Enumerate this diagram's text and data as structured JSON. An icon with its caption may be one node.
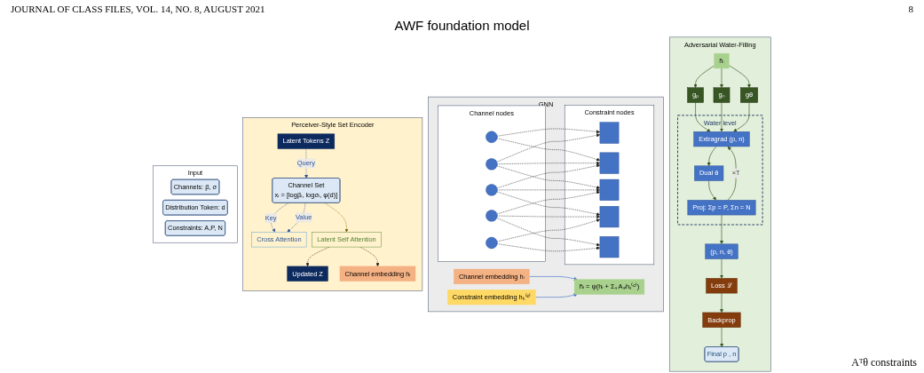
{
  "diagram": {
    "title": "AWF foundation model",
    "nodes": [
      {
        "text": [
          "Input"
        ]
      },
      {
        "text": [
          "Channels: β, σ"
        ],
        "in": 0
      },
      {
        "text": [
          "Distribution Token: d"
        ],
        "in": 0
      },
      {
        "text": [
          "Constraints: A,P, N"
        ],
        "in": 0
      },
      {
        "text": [
          "Perceiver-Style Set Encoder"
        ]
      },
      {
        "text": [
          "Channel Set",
          "xᵢ = [logβᵢ, logσᵢ, φ(d)]"
        ],
        "in": 4
      },
      {
        "text": [
          "Latent Tokens Z"
        ],
        "in": 4
      },
      {
        "text": [
          "Cross Attention"
        ],
        "in": 4
      },
      {
        "text": [
          "Latent Self Attention"
        ],
        "in": 4
      },
      {
        "text": [
          "Updated Z"
        ],
        "in": 4
      },
      {
        "text": [
          "Channel embedding hᵢ"
        ],
        "in": 4
      },
      {
        "text": [
          "GNN"
        ]
      },
      {
        "text": [
          "Channel nodes"
        ],
        "in": 11
      },
      {
        "text": [],
        "shape": "circle",
        "in": 12
      },
      {
        "text": [],
        "shape": "circle",
        "in": 12
      },
      {
        "text": [],
        "shape": "circle",
        "in": 12
      },
      {
        "text": [],
        "shape": "circle",
        "in": 12
      },
      {
        "text": [],
        "shape": "circle",
        "in": 12
      },
      {
        "text": [
          "Constraint nodes"
        ],
        "in": 11
      },
      {
        "text": [],
        "shape": "box",
        "in": 18
      },
      {
        "text": [],
        "shape": "box",
        "in": 18
      },
      {
        "text": [],
        "shape": "box",
        "in": 18
      },
      {
        "text": [],
        "shape": "box",
        "in": 18
      },
      {
        "text": [],
        "shape": "box",
        "in": 18
      },
      {
        "text": [
          "Channel embedding hᵢ"
        ],
        "in": 11
      },
      {
        "text": [
          "Constraint embedding hₖ⁽ᶜ⁾"
        ],
        "in": 11
      },
      {
        "text": [
          "h̄ᵢ = ψ(hᵢ + Σₛ Aₛᵢhₛ⁽ᶜ⁾)"
        ],
        "in": 11
      },
      {
        "text": [
          "Adversarial Water-Filling"
        ]
      },
      {
        "text": [
          "h̄ᵢ"
        ],
        "in": 27
      },
      {
        "text": [
          "gₚ"
        ],
        "in": 27
      },
      {
        "text": [
          "gₙ"
        ],
        "in": 27
      },
      {
        "text": [
          "gθ"
        ],
        "in": 27
      },
      {
        "text": [
          "Water level"
        ],
        "in": 27
      },
      {
        "text": [
          "Extragrad (p, n)"
        ],
        "in": 32
      },
      {
        "text": [
          "Dual θ"
        ],
        "in": 32
      },
      {
        "text": [
          "Proj: Σp = P, Σn = N"
        ],
        "in": 32
      },
      {
        "text": [
          "(p, n, θ)"
        ],
        "in": 27
      },
      {
        "text": [
          "Loss ℒ"
        ],
        "in": 27
      },
      {
        "text": [
          "Backprop"
        ],
        "in": 27
      },
      {
        "text": [
          "Final p , n"
        ],
        "in": 27
      }
    ],
    "edges": [
      {
        "from": 6,
        "to": 5,
        "arrow": "to",
        "label": "Query",
        "style": "dashed",
        "color": "#2f5597"
      },
      {
        "from": 5,
        "to": 7,
        "arrow": "to",
        "label": "Key",
        "style": "dashed",
        "color": "#2f5597"
      },
      {
        "from": 5,
        "to": 7,
        "arrow": "to",
        "label": "Value",
        "style": "dashed",
        "color": "#2f5597"
      },
      {
        "from": 5,
        "to": 8,
        "arrow": "to",
        "style": "dashed",
        "color": "#7f6000"
      },
      {
        "from": 8,
        "to": 9,
        "arrow": "to",
        "style": "dashed"
      },
      {
        "from": 8,
        "to": 10,
        "arrow": "to",
        "style": "dashed"
      },
      {
        "from": 13,
        "to": 19,
        "arrow": "to",
        "style": "dashed"
      },
      {
        "from": 13,
        "to": 20,
        "arrow": "to",
        "style": "dashed"
      },
      {
        "from": 14,
        "to": 19,
        "arrow": "to",
        "style": "dashed"
      },
      {
        "from": 14,
        "to": 20,
        "arrow": "to",
        "style": "dashed"
      },
      {
        "from": 14,
        "to": 21,
        "arrow": "to",
        "style": "dashed"
      },
      {
        "from": 15,
        "to": 20,
        "arrow": "to",
        "style": "dashed"
      },
      {
        "from": 15,
        "to": 21,
        "arrow": "to",
        "style": "dashed"
      },
      {
        "from": 15,
        "to": 22,
        "arrow": "to",
        "style": "dashed"
      },
      {
        "from": 16,
        "to": 21,
        "arrow": "to",
        "style": "dashed"
      },
      {
        "from": 16,
        "to": 22,
        "arrow": "to",
        "style": "dashed"
      },
      {
        "from": 16,
        "to": 23,
        "arrow": "to",
        "style": "dashed"
      },
      {
        "from": 17,
        "to": 22,
        "arrow": "to",
        "style": "dashed"
      },
      {
        "from": 17,
        "to": 23,
        "arrow": "to",
        "style": "dashed"
      },
      {
        "from": 24,
        "to": 26,
        "arrow": "to",
        "color": "#4472c4"
      },
      {
        "from": 25,
        "to": 26,
        "arrow": "to",
        "color": "#4472c4"
      },
      {
        "from": 28,
        "to": 29,
        "arrow": "to",
        "color": "#375623"
      },
      {
        "from": 28,
        "to": 30,
        "arrow": "to",
        "color": "#375623"
      },
      {
        "from": 28,
        "to": 31,
        "arrow": "to",
        "color": "#375623"
      },
      {
        "from": 29,
        "to": 33,
        "arrow": "to",
        "color": "#375623"
      },
      {
        "from": 30,
        "to": 33,
        "arrow": "to",
        "color": "#375623"
      },
      {
        "from": 31,
        "to": 33,
        "arrow": "to",
        "color": "#375623"
      },
      {
        "from": 33,
        "to": 34,
        "arrow": "to",
        "color": "#375623"
      },
      {
        "from": 34,
        "to": 35,
        "arrow": "to",
        "color": "#375623"
      },
      {
        "from": 35,
        "to": 33,
        "arrow": "to",
        "label": "×T",
        "color": "#375623"
      },
      {
        "from": 35,
        "to": 36,
        "arrow": "to",
        "color": "#375623"
      },
      {
        "from": 36,
        "to": 37,
        "arrow": "to",
        "color": "#375623"
      },
      {
        "from": 37,
        "to": 38,
        "arrow": "to",
        "color": "#375623"
      },
      {
        "from": 38,
        "to": 39,
        "arrow": "to",
        "color": "#375623"
      }
    ],
    "labels": [
      "JOURNAL OF CLASS FILES, VOL. 14, NO. 8, AUGUST 2021",
      "8",
      "Aᵀθ constraints"
    ]
  }
}
